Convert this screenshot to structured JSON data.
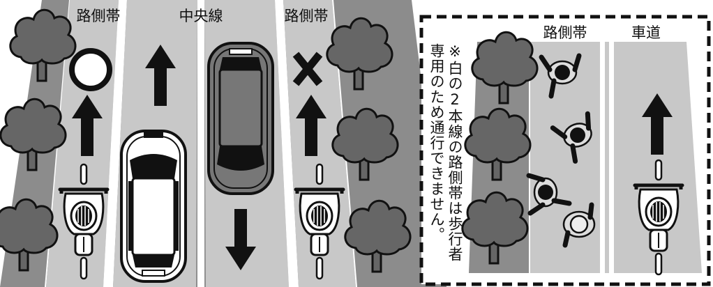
{
  "left_panel": {
    "label_left_shoulder": "路側帯",
    "label_center_line": "中央線",
    "label_right_shoulder": "路側帯",
    "symbol_allowed": "○",
    "symbol_prohibited": "×"
  },
  "right_panel": {
    "label_shoulder": "路側帯",
    "label_roadway": "車道",
    "note_line1": "※白の2本線の路側帯は歩行者",
    "note_line2": "専用のため通行できません。"
  },
  "colors": {
    "road_gray": "#c8c8c8",
    "shoulder_dark": "#8c8c8c",
    "tree": "#666666",
    "outline": "#111111"
  },
  "icons": [
    "tree-icon",
    "bicycle-icon",
    "car-icon",
    "arrow-up-icon",
    "arrow-down-icon",
    "circle-mark-icon",
    "cross-mark-icon",
    "pedestrian-icon"
  ]
}
